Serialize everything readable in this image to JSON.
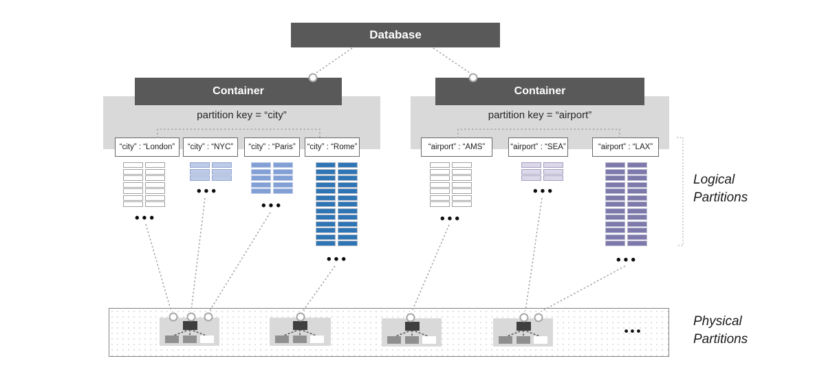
{
  "database": {
    "label": "Database"
  },
  "containers": [
    {
      "label": "Container",
      "partition_key_text": "partition key = “city”",
      "partitions": [
        {
          "label": "“city” : “London”",
          "doc_rows": 7,
          "doc_fill": "#ffffff",
          "doc_stroke": "#9e9e9e"
        },
        {
          "label": "“city” : “NYC”",
          "doc_rows": 3,
          "doc_fill": "#bdcbe9",
          "doc_stroke": "#93a5cf"
        },
        {
          "label": "“city” : “Paris”",
          "doc_rows": 5,
          "doc_fill": "#82a0d5",
          "doc_stroke": "#bcc8e6"
        },
        {
          "label": "“city” : “Rome”",
          "doc_rows": 13,
          "doc_fill": "#2e75b6",
          "doc_stroke": "#b0b7c4"
        }
      ]
    },
    {
      "label": "Container",
      "partition_key_text": "partition key = “airport”",
      "partitions": [
        {
          "label": "“airport” : “AMS”",
          "doc_rows": 7,
          "doc_fill": "#ffffff",
          "doc_stroke": "#9e9e9e"
        },
        {
          "label": "“airport” : “SEA”",
          "doc_rows": 3,
          "doc_fill": "#dcd8ea",
          "doc_stroke": "#a39dbf"
        },
        {
          "label": "“airport” : “LAX”",
          "doc_rows": 13,
          "doc_fill": "#7d7aab",
          "doc_stroke": "#bab8d0"
        }
      ]
    }
  ],
  "annotations": {
    "logical_partitions_label": "Logical Partitions",
    "physical_partitions_label": "Physical Partitions"
  },
  "glyphs": {
    "more_items": "•••"
  },
  "physical": {
    "cluster_count": 4
  },
  "colors": {
    "header_box": "#595959",
    "band": "#d9d9d9",
    "cluster_box": "#d9d9d9",
    "connector": "#a6a6a6",
    "rome_blue": "#2e75b6",
    "lax_purple": "#7d7aab"
  }
}
